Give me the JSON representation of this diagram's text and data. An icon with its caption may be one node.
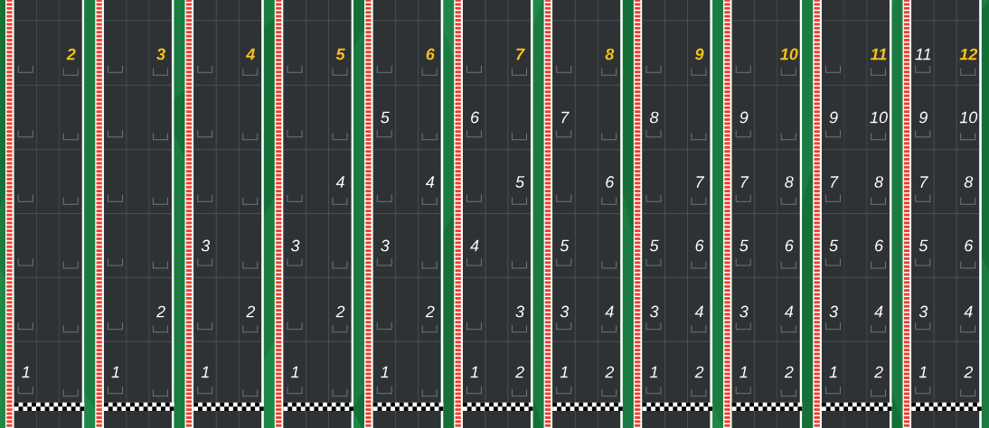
{
  "diagram": {
    "nodes": [
      {
        "text": [
          "2",
          "1"
        ]
      },
      {
        "text": [
          "3",
          "2",
          "1"
        ]
      },
      {
        "text": [
          "4",
          "3",
          "2",
          "1"
        ]
      },
      {
        "text": [
          "5",
          "4",
          "3",
          "2",
          "1"
        ]
      },
      {
        "text": [
          "6",
          "5",
          "4",
          "3",
          "2",
          "1"
        ]
      },
      {
        "text": [
          "7",
          "6",
          "5",
          "4",
          "3",
          "1",
          "2"
        ]
      },
      {
        "text": [
          "8",
          "7",
          "6",
          "5",
          "3",
          "4",
          "1",
          "2"
        ]
      },
      {
        "text": [
          "9",
          "8",
          "7",
          "5",
          "6",
          "3",
          "4",
          "1",
          "2"
        ]
      },
      {
        "text": [
          "10",
          "9",
          "7",
          "8",
          "5",
          "6",
          "3",
          "4",
          "1",
          "2"
        ]
      },
      {
        "text": [
          "11",
          "9",
          "10",
          "7",
          "8",
          "5",
          "6",
          "3",
          "4",
          "1",
          "2"
        ]
      },
      {
        "text": [
          "11",
          "12",
          "9",
          "10",
          "7",
          "8",
          "5",
          "6",
          "3",
          "4",
          "1",
          "2"
        ]
      }
    ]
  }
}
